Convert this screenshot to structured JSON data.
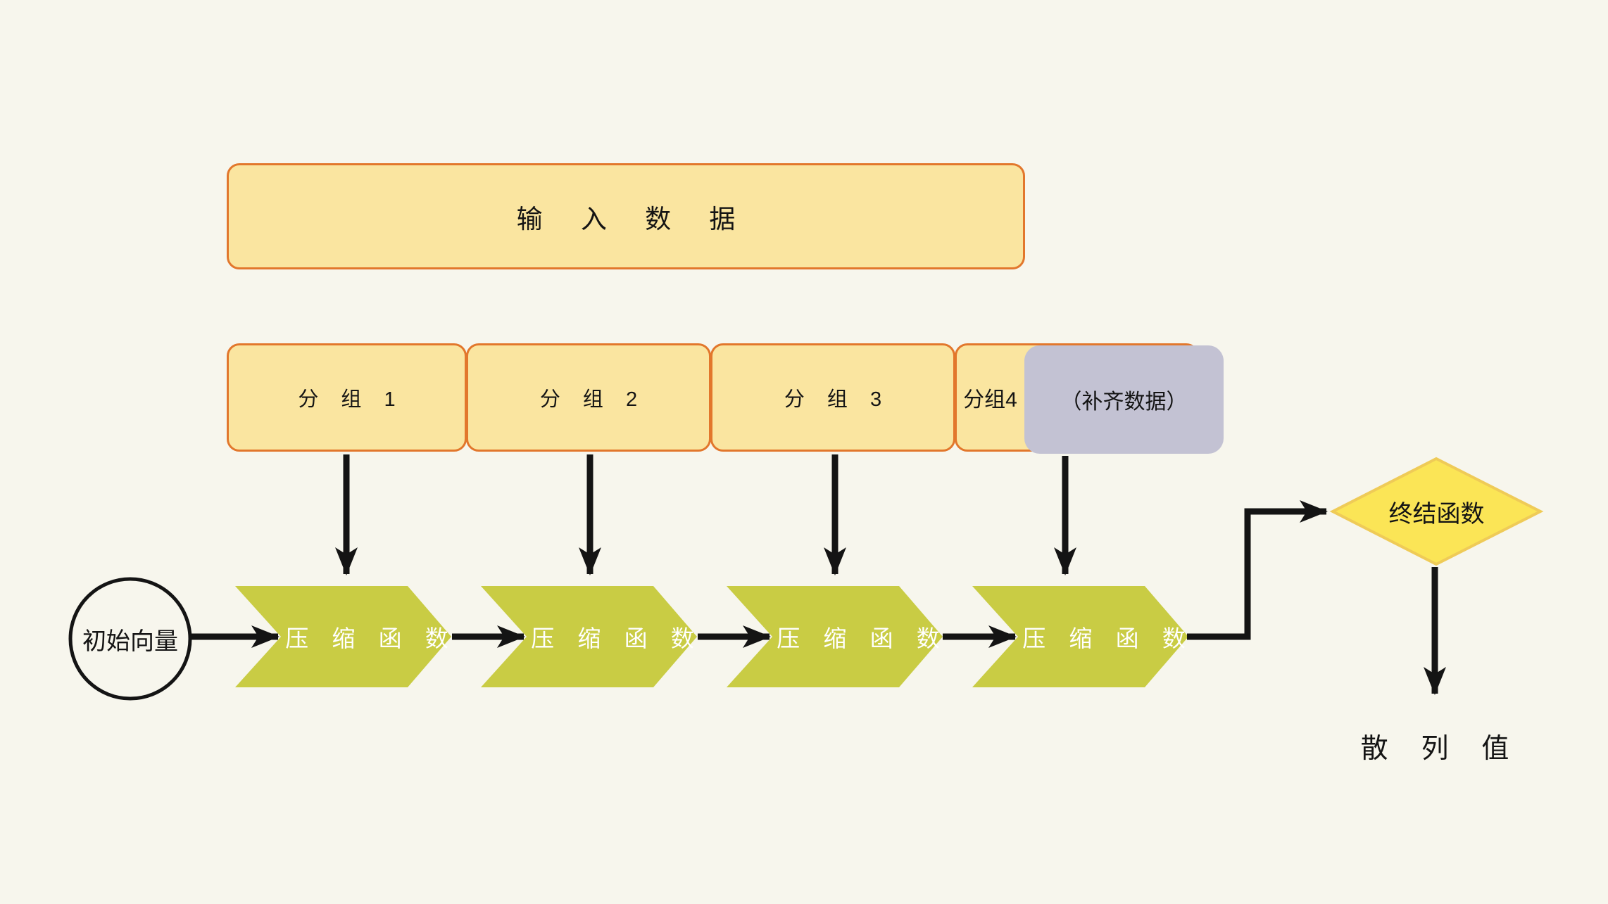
{
  "diagram": {
    "title_semantics": "hash-function-merkle-damgard-flow",
    "nodes": {
      "input": {
        "label": "输 入 数 据"
      },
      "groups": [
        {
          "label": "分 组 1"
        },
        {
          "label": "分 组 2"
        },
        {
          "label": "分 组 3"
        },
        {
          "label": "分组4"
        }
      ],
      "padding": {
        "label": "（补齐数据）"
      },
      "iv": {
        "label": "初始向量"
      },
      "compress": [
        {
          "label": "压 缩 函 数"
        },
        {
          "label": "压 缩 函 数"
        },
        {
          "label": "压 缩 函 数"
        },
        {
          "label": "压 缩 函 数"
        }
      ],
      "final": {
        "label": "终结函数"
      },
      "hash": {
        "label": "散 列 值"
      }
    },
    "colors": {
      "background": "#f7f6ed",
      "data_box_fill": "#fae5a0",
      "data_box_border": "#e2772c",
      "padding_fill": "#c3c2d3",
      "compression_fill": "#c9cc44",
      "compression_text": "#ffffff",
      "final_fill": "#fbe556",
      "final_border": "#efcb57",
      "line": "#141414"
    }
  }
}
